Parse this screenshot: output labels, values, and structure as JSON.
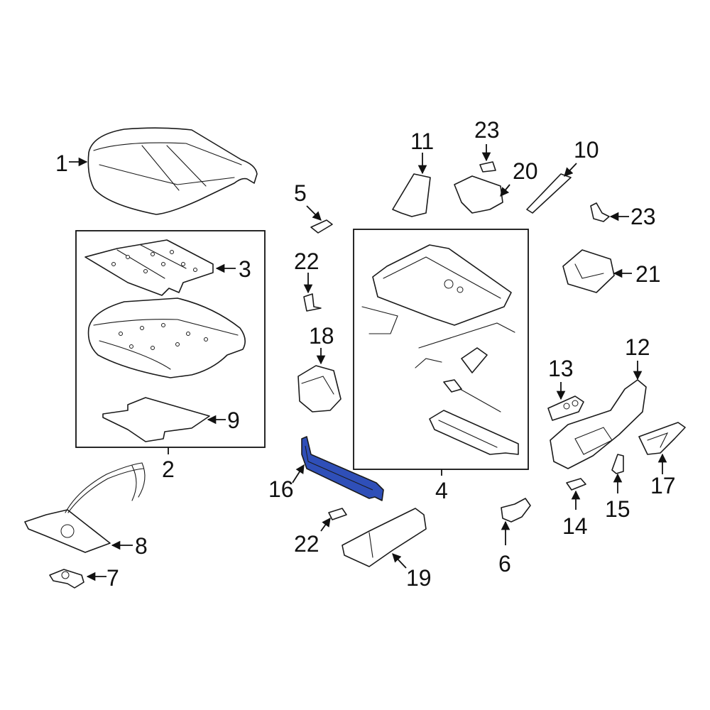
{
  "highlight_color": "#2f4fb8",
  "highlighted_part": "16",
  "callouts": {
    "c1": "1",
    "c2": "2",
    "c3": "3",
    "c4": "4",
    "c5": "5",
    "c6": "6",
    "c7": "7",
    "c8": "8",
    "c9": "9",
    "c10": "10",
    "c11": "11",
    "c12": "12",
    "c13": "13",
    "c14": "14",
    "c15": "15",
    "c16": "16",
    "c17": "17",
    "c18": "18",
    "c19": "19",
    "c20": "20",
    "c21": "21",
    "c22a": "22",
    "c22b": "22",
    "c23a": "23",
    "c23b": "23"
  }
}
